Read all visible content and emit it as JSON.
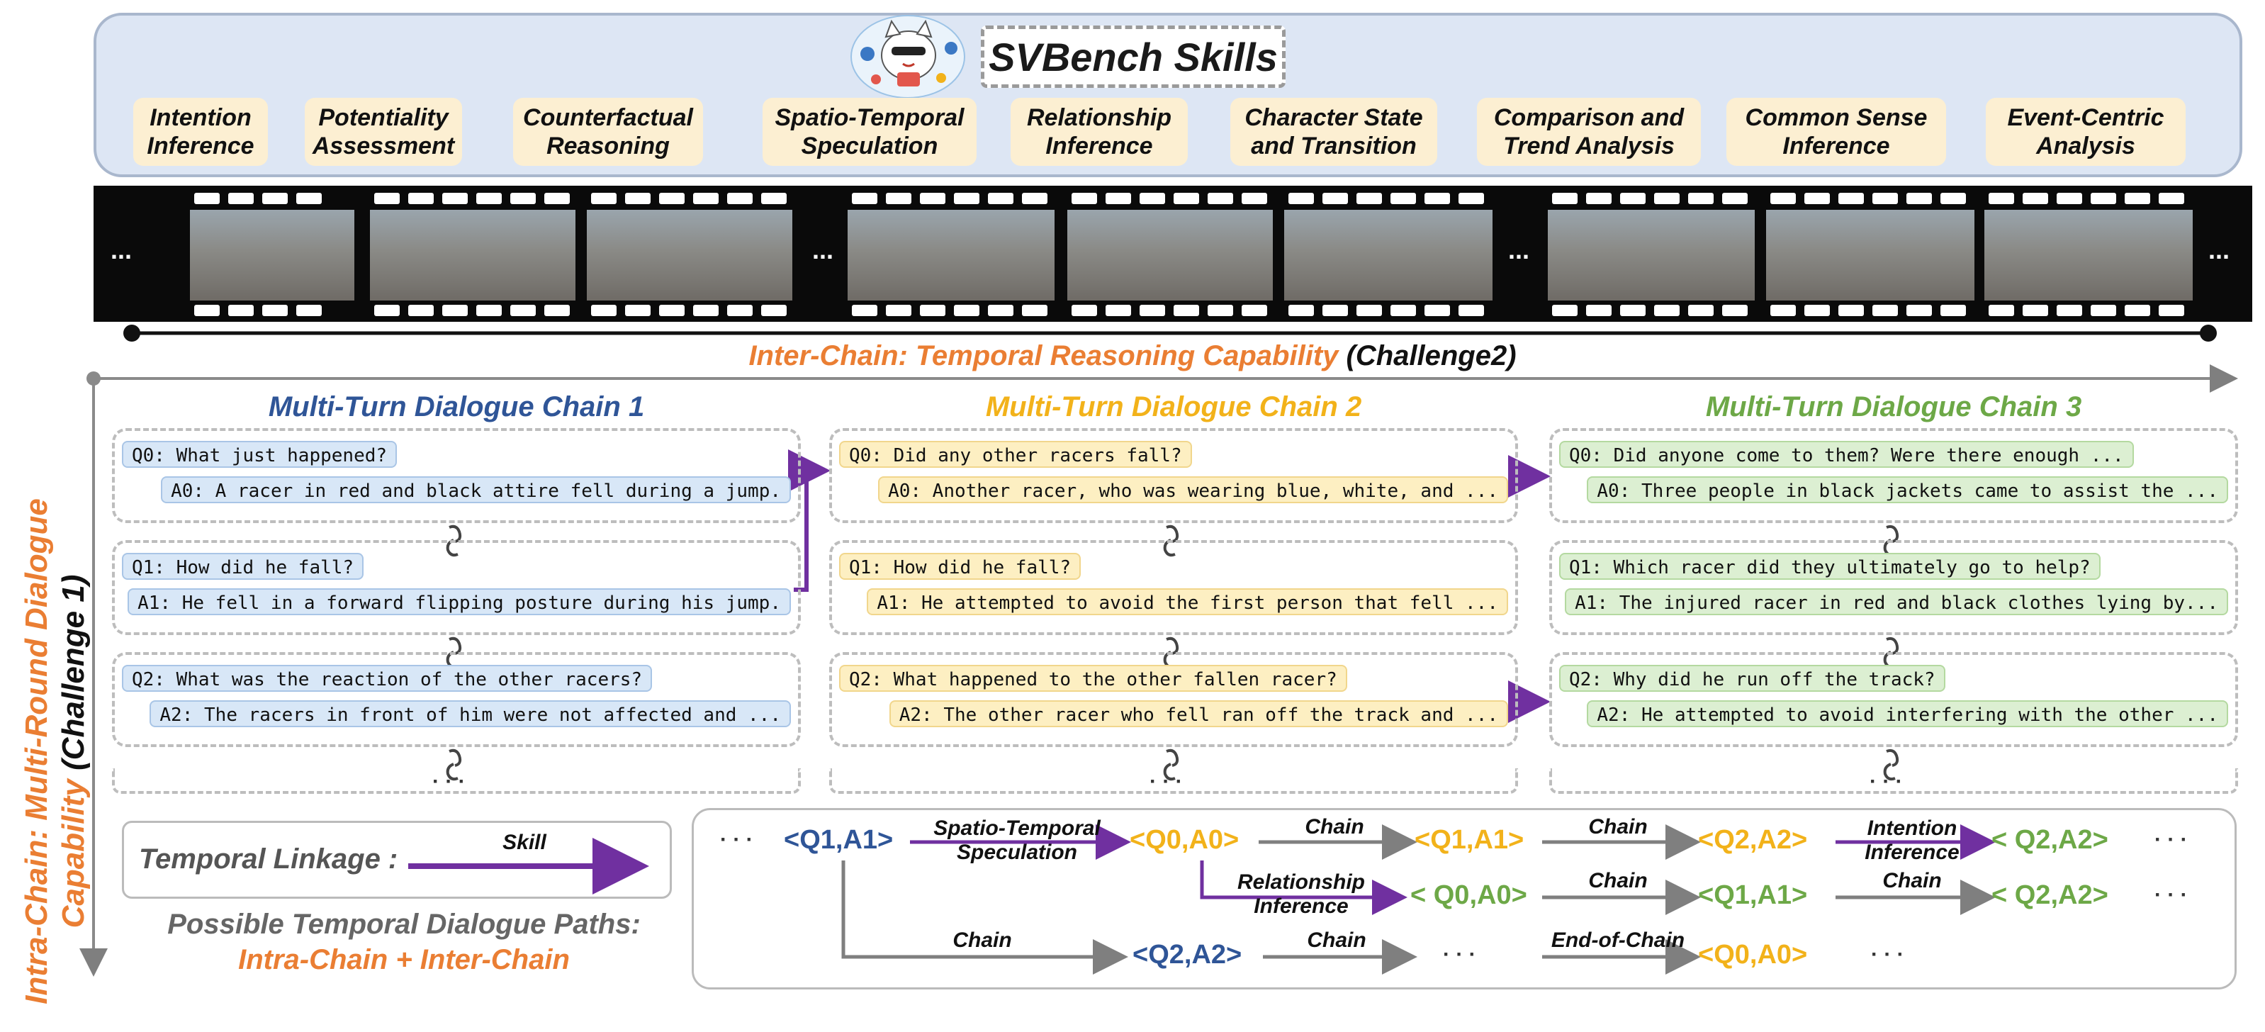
{
  "skills": {
    "title": "SVBench Skills",
    "items": [
      "Intention\nInference",
      "Potentiality\nAssessment",
      "Counterfactual\nReasoning",
      "Spatio-Temporal\nSpeculation",
      "Relationship\nInference",
      "Character State\nand Transition",
      "Comparison and\nTrend Analysis",
      "Common Sense\nInference",
      "Event-Centric\nAnalysis"
    ]
  },
  "film": {
    "ellipsis": "..."
  },
  "inter_chain": {
    "label": "Inter-Chain: Temporal Reasoning Capability",
    "challenge": "(Challenge2)"
  },
  "intra_chain": {
    "label_line1": "Intra-Chain: Multi-Round Dialogue",
    "label_line2a": "Capability",
    "challenge": "(Challenge 1)"
  },
  "chains": [
    {
      "heading": "Multi-Turn Dialogue Chain 1",
      "turns": [
        {
          "q": "Q0: What just happened?",
          "a": "A0: A racer in red and black attire fell during a jump."
        },
        {
          "q": "Q1: How did he fall?",
          "a": "A1: He fell in a forward flipping posture during his jump."
        },
        {
          "q": "Q2: What was the reaction of the other racers?",
          "a": "A2: The racers in front of him were not affected and ..."
        }
      ],
      "more": "· · ·"
    },
    {
      "heading": "Multi-Turn Dialogue Chain 2",
      "turns": [
        {
          "q": "Q0: Did any other racers fall?",
          "a": "A0: Another racer, who was wearing blue, white, and ..."
        },
        {
          "q": "Q1: How did he fall?",
          "a": "A1: He attempted to avoid the first person that fell ..."
        },
        {
          "q": "Q2: What happened to the other fallen racer?",
          "a": "A2: The other racer who fell ran off the track and ..."
        }
      ],
      "more": "· · ·"
    },
    {
      "heading": "Multi-Turn Dialogue Chain 3",
      "turns": [
        {
          "q": "Q0: Did anyone come to them? Were there enough ...",
          "a": "A0: Three people in black jackets came to assist the ..."
        },
        {
          "q": "Q1: Which racer did they ultimately go to help?",
          "a": "A1: The injured racer in red and black clothes lying by..."
        },
        {
          "q": "Q2: Why did he run off the track?",
          "a": "A2: He attempted to avoid interfering with the other ..."
        }
      ],
      "more": "· · ·"
    }
  ],
  "legend": {
    "label": "Temporal Linkage :",
    "arrow_label": "Skill"
  },
  "paths_title": "Possible Temporal Dialogue Paths:",
  "paths_subtitle": "Intra-Chain + Inter-Chain",
  "paths": {
    "ellipsis": "· · ·",
    "row1": [
      "<Q1,A1>",
      "<Q0,A0>",
      "<Q1,A1>",
      "<Q2,A2>",
      "< Q2,A2>"
    ],
    "row1_edges": [
      "Spatio-Temporal\nSpeculation",
      "Chain",
      "Chain",
      "Intention\nInference"
    ],
    "row2": [
      "< Q0,A0>",
      "<Q1,A1>",
      "< Q2,A2>"
    ],
    "row2_edges": [
      "Relationship\nInference",
      "Chain",
      "Chain"
    ],
    "row3": [
      "<Q2,A2>",
      "<Q0,A0>"
    ],
    "row3_edges": [
      "Chain",
      "Chain",
      "End-of-Chain"
    ]
  },
  "colors": {
    "chain1": "#2f5597",
    "chain2": "#f2b21a",
    "chain3": "#6da847",
    "orange": "#ea7e33",
    "skill_arrow": "#7030a0",
    "chain_arrow": "#7f7f7f"
  }
}
